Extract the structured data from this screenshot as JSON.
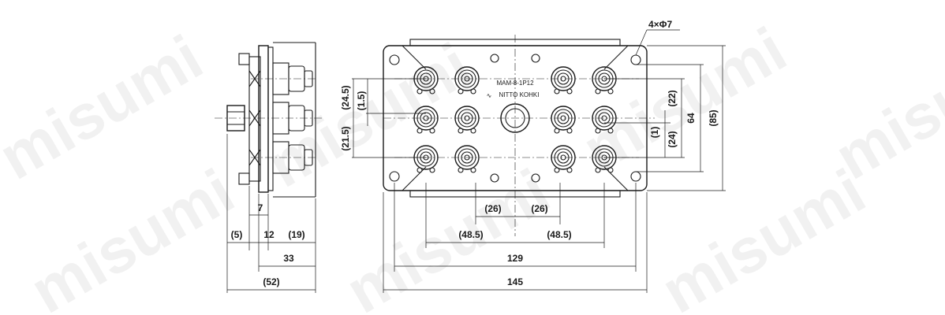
{
  "watermark": "misumi",
  "callout": {
    "holes": "4×Φ7"
  },
  "plate_text": {
    "model": "MAM-8-1P12",
    "maker": "NITTO KOHKI"
  },
  "side_view": {
    "dim_7": "7",
    "dim_5": "(5)",
    "dim_12": "12",
    "dim_19": "(19)",
    "dim_33": "33",
    "dim_52": "(52)"
  },
  "front_view": {
    "dim_26_left": "(26)",
    "dim_26_right": "(26)",
    "dim_48_5_left": "(48.5)",
    "dim_48_5_right": "(48.5)",
    "dim_129": "129",
    "dim_145": "145",
    "dim_24_5": "(24.5)",
    "dim_1_5": "(1.5)",
    "dim_21_5": "(21.5)",
    "dim_22": "(22)",
    "dim_1": "(1)",
    "dim_24": "(24)",
    "dim_64": "64",
    "dim_85": "(85)"
  }
}
